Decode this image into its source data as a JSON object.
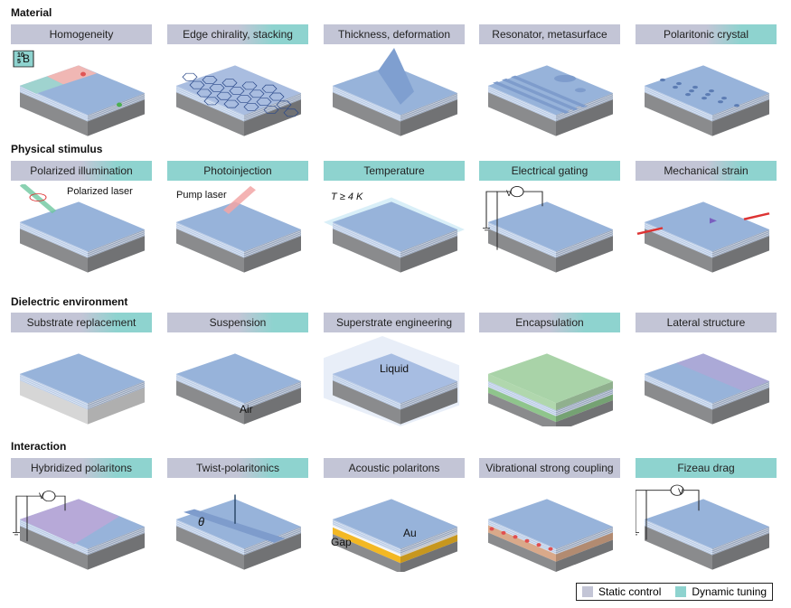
{
  "sections": [
    {
      "title": "Material",
      "items": [
        {
          "label": "Homogeneity",
          "type": "static",
          "kind": "homog",
          "annotations": [
            {
              "text": "10",
              "pos": "iso-mass"
            },
            {
              "text": "5",
              "pos": "iso-num"
            },
            {
              "text": "B",
              "pos": "iso-sym"
            }
          ]
        },
        {
          "label": "Edge chirality, stacking",
          "type": "mixed",
          "kind": "hex",
          "annotations": []
        },
        {
          "label": "Thickness, deformation",
          "type": "static",
          "kind": "ridge",
          "annotations": []
        },
        {
          "label": "Resonator, metasurface",
          "type": "static",
          "kind": "reson",
          "annotations": []
        },
        {
          "label": "Polaritonic crystal",
          "type": "mixed",
          "kind": "holes",
          "annotations": []
        }
      ]
    },
    {
      "title": "Physical stimulus",
      "items": [
        {
          "label": "Polarized illumination",
          "type": "mixed",
          "kind": "laser",
          "annotations": [
            {
              "text": "Polarized laser",
              "pos": "laser"
            }
          ]
        },
        {
          "label": "Photoinjection",
          "type": "dynamic",
          "kind": "pump",
          "annotations": [
            {
              "text": "Pump laser",
              "pos": "pump"
            }
          ]
        },
        {
          "label": "Temperature",
          "type": "dynamic",
          "kind": "glow",
          "annotations": [
            {
              "text": "T ≥ 4 K",
              "pos": "temp"
            }
          ]
        },
        {
          "label": "Electrical gating",
          "type": "dynamic",
          "kind": "gate",
          "annotations": [
            {
              "text": "V",
              "pos": "v1"
            }
          ]
        },
        {
          "label": "Mechanical strain",
          "type": "mixed",
          "kind": "strain",
          "annotations": []
        }
      ]
    },
    {
      "title": "Dielectric environment",
      "items": [
        {
          "label": "Substrate replacement",
          "type": "mixed",
          "kind": "substrate",
          "annotations": []
        },
        {
          "label": "Suspension",
          "type": "mixed",
          "kind": "suspend",
          "annotations": [
            {
              "text": "Air",
              "pos": "air"
            }
          ]
        },
        {
          "label": "Superstrate engineering",
          "type": "static",
          "kind": "liquid",
          "annotations": [
            {
              "text": "Liquid",
              "pos": "liquid"
            }
          ]
        },
        {
          "label": "Encapsulation",
          "type": "mixed",
          "kind": "encap",
          "annotations": []
        },
        {
          "label": "Lateral structure",
          "type": "static",
          "kind": "lateral",
          "annotations": []
        }
      ]
    },
    {
      "title": "Interaction",
      "items": [
        {
          "label": "Hybridized polaritons",
          "type": "mixed",
          "kind": "hybrid",
          "annotations": [
            {
              "text": "V",
              "pos": "v2"
            }
          ]
        },
        {
          "label": "Twist-polaritonics",
          "type": "mixed",
          "kind": "twist",
          "annotations": [
            {
              "text": "θ",
              "pos": "theta"
            }
          ]
        },
        {
          "label": "Acoustic polaritons",
          "type": "static",
          "kind": "acoustic",
          "annotations": [
            {
              "text": "Au",
              "pos": "au"
            },
            {
              "text": "Gap",
              "pos": "gap"
            }
          ]
        },
        {
          "label": "Vibrational strong coupling",
          "type": "static",
          "kind": "vib",
          "annotations": []
        },
        {
          "label": "Fizeau drag",
          "type": "dynamic",
          "kind": "fizeau",
          "annotations": [
            {
              "text": "V",
              "pos": "v3"
            }
          ]
        }
      ]
    }
  ],
  "legend": {
    "static_label": "Static control",
    "dynamic_label": "Dynamic tuning",
    "static_color": "#c3c5d6",
    "dynamic_color": "#8ed3cf"
  }
}
